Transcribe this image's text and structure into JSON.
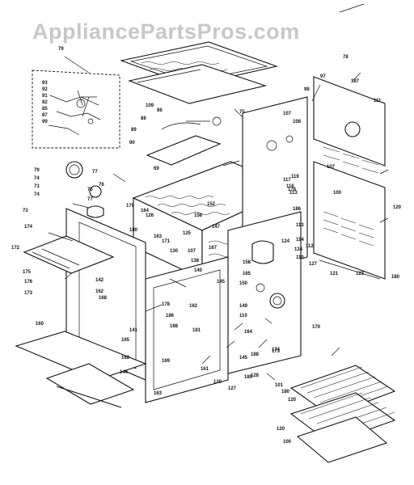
{
  "watermark": "AppliancePartsPros.com",
  "colors": {
    "line": "#111111",
    "watermark": "#c8c8c8",
    "background": "#ffffff"
  },
  "callouts": [
    "79",
    "93",
    "92",
    "91",
    "82",
    "85",
    "87",
    "99",
    "79",
    "74",
    "73",
    "74",
    "77",
    "76",
    "75",
    "77",
    "73",
    "172",
    "174",
    "175",
    "176",
    "173",
    "160",
    "142",
    "162",
    "168",
    "170",
    "164",
    "126",
    "180",
    "163",
    "171",
    "130",
    "178",
    "186",
    "188",
    "181",
    "165",
    "168",
    "144",
    "163",
    "169",
    "141",
    "162",
    "145",
    "150",
    "110",
    "167",
    "107",
    "138",
    "140",
    "125",
    "158",
    "152",
    "147",
    "113",
    "114",
    "110",
    "158",
    "165",
    "149",
    "145",
    "164",
    "188",
    "189",
    "174",
    "161",
    "120",
    "127",
    "128",
    "109",
    "86",
    "88",
    "89",
    "90",
    "69",
    "75",
    "107",
    "108",
    "119",
    "178",
    "186",
    "127",
    "170",
    "173",
    "124",
    "124",
    "117",
    "116",
    "113",
    "112",
    "78",
    "187",
    "111",
    "98",
    "97",
    "107",
    "100",
    "120",
    "180",
    "123",
    "121",
    "101",
    "180",
    "120",
    "120",
    "100",
    "110"
  ]
}
